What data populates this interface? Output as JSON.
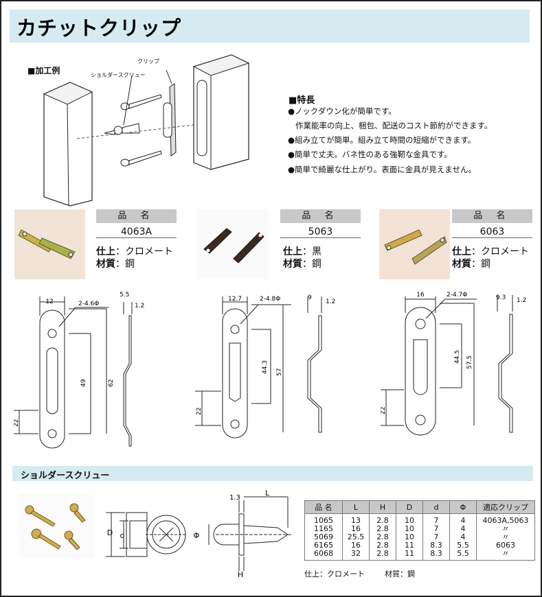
{
  "title": "カチットクリップ",
  "example": {
    "heading": "■加工例",
    "label_clip": "クリップ",
    "label_screw": "ショルダースクリュー"
  },
  "features": {
    "heading": "■特長",
    "items": [
      "●ノックダウン化が簡単です。",
      "作業能率の向上、梱包、配送のコスト節約ができます。",
      "●組み立てが簡単。組み立て時間の短縮ができます。",
      "●簡単で丈夫。バネ性のある強靭な金具です。",
      "●簡単で綺麗な仕上がり。表面に金具が見えません。"
    ]
  },
  "products": [
    {
      "head": "品 名",
      "code": "4063A",
      "finish_label": "仕上",
      "finish": "クロメート",
      "material_label": "材質",
      "material": "鋼"
    },
    {
      "head": "品 名",
      "code": "5063",
      "finish_label": "仕上",
      "finish": "黒",
      "material_label": "材質",
      "material": "鋼"
    },
    {
      "head": "品 名",
      "code": "6063",
      "finish_label": "仕上",
      "finish": "クロメート",
      "material_label": "材質",
      "material": "鋼"
    }
  ],
  "drawings": [
    {
      "w": "12",
      "hole": "2-4.6Φ",
      "t": "5.5",
      "th": "1.2",
      "l1": "49",
      "l2": "62",
      "b": "22"
    },
    {
      "w": "12.7",
      "hole": "2-4.8Φ",
      "t": "9",
      "th": "1.2",
      "l1": "44.3",
      "l2": "57",
      "b": "22"
    },
    {
      "w": "16",
      "hole": "2-4.7Φ",
      "t": "9.3",
      "th": "1.2",
      "l1": "44.5",
      "l2": "57.5",
      "b": "22"
    }
  ],
  "screw_section": {
    "title": "ショルダースクリュー",
    "dim_labels": {
      "D": "D",
      "d": "d",
      "phi": "Φ",
      "H": "H",
      "L": "L",
      "t": "1.3"
    },
    "table": {
      "headers": [
        "品 名",
        "L",
        "H",
        "D",
        "d",
        "Φ",
        "適応クリップ"
      ],
      "rows": [
        [
          "1065",
          "13",
          "2.8",
          "10",
          "7",
          "4",
          "4063A,5063"
        ],
        [
          "1165",
          "16",
          "2.8",
          "10",
          "7",
          "4",
          "〃"
        ],
        [
          "5069",
          "25.5",
          "2.8",
          "10",
          "7",
          "4",
          "〃"
        ],
        [
          "6165",
          "16",
          "2.8",
          "11",
          "8.3",
          "5.5",
          "6063"
        ],
        [
          "6068",
          "32",
          "2.8",
          "11",
          "8.3",
          "5.5",
          "〃"
        ]
      ]
    },
    "note_finish_label": "仕上",
    "note_finish": "クロメート",
    "note_material_label": "材質",
    "note_material": "鋼"
  }
}
